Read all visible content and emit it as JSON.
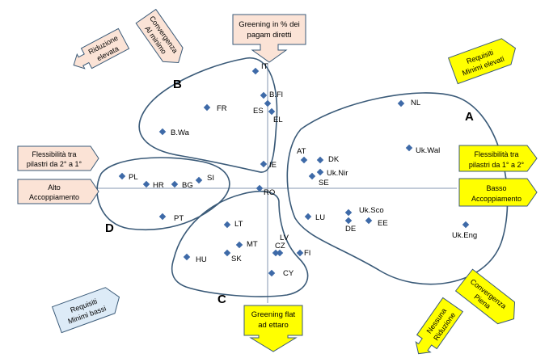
{
  "colors": {
    "salmon": "#FBE3D6",
    "yellow": "#FFFF00",
    "light_blue": "#DDEBF7",
    "outline": "#3A5A78",
    "point": "#3E6AA8",
    "axis": "#8497B0"
  },
  "cluster_labels": {
    "A": "A",
    "B": "B",
    "C": "C",
    "D": "D"
  },
  "arrows": {
    "top_center": [
      "Greening in % dei",
      "pagam diretti"
    ],
    "bottom_center": [
      "Greening flat",
      "ad ettaro"
    ],
    "right_upper": [
      "Flessibilità tra",
      "pilastri da 1° a 2°"
    ],
    "right_lower": [
      "Basso",
      "Accoppiamento"
    ],
    "left_upper": [
      "Flessibilità tra",
      "pilastri da 2° a 1°"
    ],
    "left_lower": [
      "Alto",
      "Accoppiamento"
    ],
    "top_left_1": [
      "Riduzione",
      "elevata"
    ],
    "top_left_2": [
      "Convergenza",
      "Al minimo"
    ],
    "top_right": [
      "Requisiti",
      "Minimi elevati"
    ],
    "bottom_left": [
      "Requisiti",
      "Minimi bassi"
    ],
    "bottom_right_1": [
      "Nessuna",
      "Riduzione"
    ],
    "bottom_right_2": [
      "Convergenza",
      "Piena"
    ]
  },
  "points": [
    {
      "label": "IT",
      "x": -0.3,
      "y": 2.9
    },
    {
      "label": "B.Fl",
      "x": -0.1,
      "y": 2.3
    },
    {
      "label": "ES",
      "x": 0.0,
      "y": 2.1
    },
    {
      "label": "EL",
      "x": 0.1,
      "y": 1.9
    },
    {
      "label": "FR",
      "x": -1.5,
      "y": 2.0
    },
    {
      "label": "B.Wa",
      "x": -2.6,
      "y": 1.4
    },
    {
      "label": "IE",
      "x": -0.1,
      "y": 0.6
    },
    {
      "label": "RO",
      "x": -0.2,
      "y": 0.0
    },
    {
      "label": "PL",
      "x": -3.6,
      "y": 0.3
    },
    {
      "label": "HR",
      "x": -3.0,
      "y": 0.1
    },
    {
      "label": "BG",
      "x": -2.3,
      "y": 0.1
    },
    {
      "label": "SI",
      "x": -1.7,
      "y": 0.2
    },
    {
      "label": "PT",
      "x": -2.6,
      "y": -0.7
    },
    {
      "label": "LT",
      "x": -1.0,
      "y": -0.9
    },
    {
      "label": "MT",
      "x": -0.7,
      "y": -1.4
    },
    {
      "label": "SK",
      "x": -1.0,
      "y": -1.6
    },
    {
      "label": "HU",
      "x": -2.0,
      "y": -1.7
    },
    {
      "label": "LV",
      "x": 0.2,
      "y": -1.6
    },
    {
      "label": "CZ",
      "x": 0.3,
      "y": -1.6
    },
    {
      "label": "FI",
      "x": 0.8,
      "y": -1.6
    },
    {
      "label": "CY",
      "x": 0.1,
      "y": -2.1
    },
    {
      "label": "NL",
      "x": 3.3,
      "y": 2.1
    },
    {
      "label": "Uk.Wal",
      "x": 3.5,
      "y": 1.0
    },
    {
      "label": "AT",
      "x": 0.9,
      "y": 0.7
    },
    {
      "label": "DK",
      "x": 1.3,
      "y": 0.7
    },
    {
      "label": "Uk.Nir",
      "x": 1.3,
      "y": 0.4
    },
    {
      "label": "SE",
      "x": 1.1,
      "y": 0.3
    },
    {
      "label": "LU",
      "x": 1.0,
      "y": -0.7
    },
    {
      "label": "Uk.Sco",
      "x": 2.0,
      "y": -0.6
    },
    {
      "label": "DE",
      "x": 2.0,
      "y": -0.8
    },
    {
      "label": "EE",
      "x": 2.5,
      "y": -0.8
    },
    {
      "label": "Uk.Eng",
      "x": 4.9,
      "y": -0.9
    }
  ]
}
